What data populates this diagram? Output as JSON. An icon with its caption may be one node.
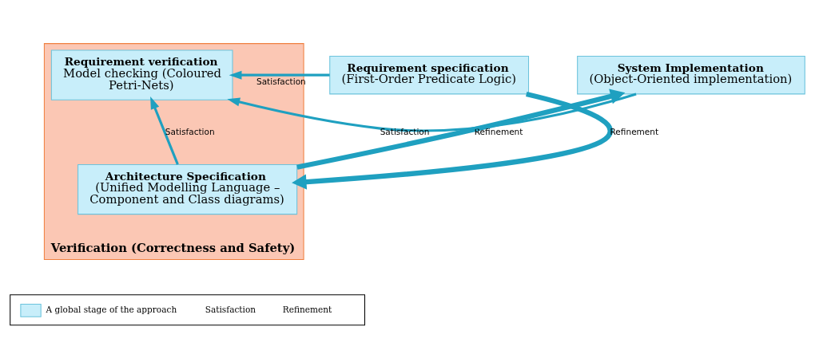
{
  "diagram": {
    "nodes": [
      {
        "text": [
          "Verification (Correctness and Safety)"
        ]
      },
      {
        "text": [
          "Requirement specification",
          "(First-Order Predicate Logic)"
        ]
      },
      {
        "text": [
          "Requirement verification",
          "Model checking (Coloured Petri-Nets)"
        ],
        "in": 0
      },
      {
        "text": [
          "Architecture Specification",
          "(Unified Modelling Language – Component and Class diagrams)"
        ],
        "in": 0
      },
      {
        "text": [
          "System Implementation",
          "(Object-Oriented implementation)"
        ]
      }
    ],
    "edges": [
      {
        "from": 1,
        "to": 2,
        "arrow": "to",
        "label": "Satisfaction"
      },
      {
        "from": 4,
        "to": 2,
        "arrow": "to",
        "label": "Satisfaction"
      },
      {
        "from": 3,
        "to": 2,
        "arrow": "to",
        "label": "Satisfaction"
      },
      {
        "from": 1,
        "to": 3,
        "arrow": "to",
        "label": "Refinement",
        "style": "thick"
      },
      {
        "from": 3,
        "to": 4,
        "arrow": "to",
        "label": "Refinement",
        "style": "thick"
      }
    ],
    "legend": [
      {
        "text": "A global stage of the approach",
        "color": "#c8eefa"
      },
      {
        "text": "Satisfaction"
      },
      {
        "text": "Refinement"
      }
    ]
  }
}
